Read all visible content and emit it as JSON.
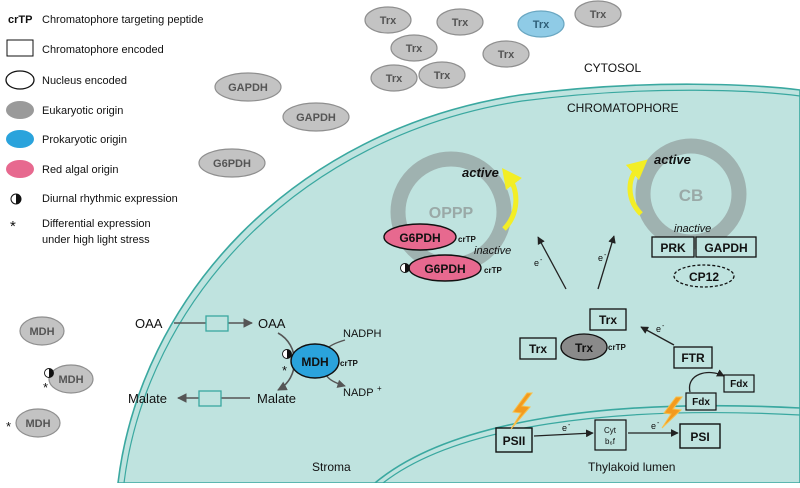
{
  "legend": {
    "crtp_symbol": "crTP",
    "crtp_label": "Chromatophore targeting peptide",
    "chromatophore_encoded": "Chromatophore encoded",
    "nucleus_encoded": "Nucleus encoded",
    "eukaryotic_origin": "Eukaryotic origin",
    "prokaryotic_origin": "Prokaryotic origin",
    "red_algal_origin": "Red algal origin",
    "diurnal": "Diurnal rhythmic expression",
    "differential_line1": "Differential expression",
    "differential_line2": "under high light stress",
    "asterisk": "*"
  },
  "compartments": {
    "cytosol": "CYTOSOL",
    "chromatophore": "CHROMATOPHORE",
    "stroma": "Stroma",
    "thylakoid_lumen": "Thylakoid lumen"
  },
  "cytosol_proteins": {
    "trx": "Trx",
    "gapdh": "GAPDH",
    "g6pdh": "G6PDH",
    "mdh": "MDH"
  },
  "oppp": {
    "label": "OPPP",
    "active": "active",
    "inactive": "inactive",
    "enzyme": "G6PDH",
    "crtp": "crTP"
  },
  "cb": {
    "label": "CB",
    "active": "active",
    "inactive": "inactive",
    "prk": "PRK",
    "gapdh": "GAPDH",
    "cp12": "CP12"
  },
  "malate_valve": {
    "oaa": "OAA",
    "malate": "Malate",
    "mdh": "MDH",
    "crtp": "crTP",
    "nadph": "NADPH",
    "nadp": "NADP",
    "nadp_sup": "+"
  },
  "electron_chain": {
    "electron": "e",
    "electron_sup": "-",
    "trx": "Trx",
    "trx_crtp": "crTP",
    "ftr": "FTR",
    "fdx": "Fdx",
    "psii": "PSII",
    "psi": "PSI",
    "cyt_line1": "Cyt",
    "cyt_line2": "b₆f"
  },
  "colors": {
    "chromatophore_fill": "#bfe3df",
    "membrane": "#3aa8a0",
    "eukaryotic": "#9a9a9a",
    "cytosol_protein": "#c3c3c3",
    "prokaryotic": "#2aa3dc",
    "prokaryotic_light": "#8fcbe6",
    "red_algal": "#e7698f",
    "activation_arrow": "#f3ee25",
    "ring": "#9fb2b0",
    "lightning": "#f39a1e"
  }
}
